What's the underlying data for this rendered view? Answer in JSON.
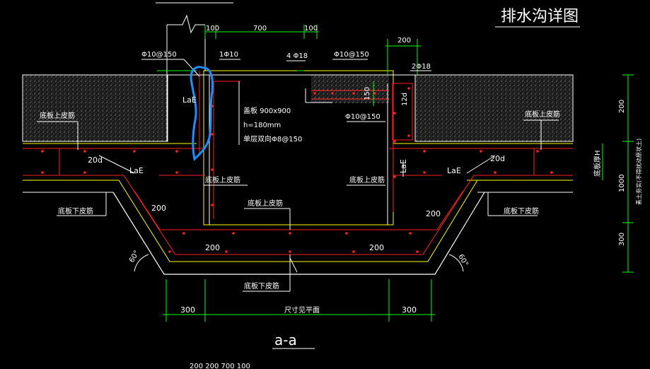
{
  "title": "排水沟详图",
  "section_label": "a-a",
  "labels": {
    "lae_left": "LaE",
    "lae_right": "LaE",
    "lae_mid_left": "LaE",
    "lae_mid_right": "LaE",
    "d20_left": "20d",
    "d20_right": "20d",
    "d12": "12d",
    "cover_line1": "盖板 900x900",
    "cover_line2": "h=180mm",
    "cover_line3": "单层双向Φ8@150",
    "bot_top_left": "底板上皮筋",
    "bot_top_right": "底板上皮筋",
    "bot_top_center": "底板上皮筋",
    "bot_top_mid": "底板上皮筋",
    "bot_top_mid_r": "底板上皮筋",
    "bot_bottom_left": "底板下皮筋",
    "bot_bottom_right": "底板下皮筋",
    "bot_bottom_center": "底板下皮筋",
    "slab_thk": "底板厚H",
    "right_vertical": "素土夯实(不得扰动原状土)",
    "plan_size": "尺寸见平面"
  },
  "rebar": {
    "r1": "Φ10@150",
    "r2": "1Φ10",
    "r3": "4 Φ18",
    "r4": "Φ10@150",
    "r5": "2Φ18",
    "r6": "Φ10@150"
  },
  "dims": {
    "d100a": "100",
    "d700": "700",
    "d100b": "100",
    "d200top": "200",
    "d150": "150",
    "d200r": "200",
    "d1000": "1000",
    "d300r": "300",
    "d200_l1": "200",
    "d200_l2": "200",
    "d200_r1": "200",
    "d200_r2": "200",
    "d300_l": "300",
    "d300_rb": "300",
    "ang_l": "60°",
    "ang_r": "60°",
    "bottom_partial": "200  200        700          100"
  },
  "colors": {
    "background": "#000000",
    "line": "#ffffff",
    "dim": "#00ff00",
    "rebar": "#ff2020",
    "yellow": "#ffff00",
    "markup": "#1e8fff",
    "hatch": "#3a3a3a"
  }
}
